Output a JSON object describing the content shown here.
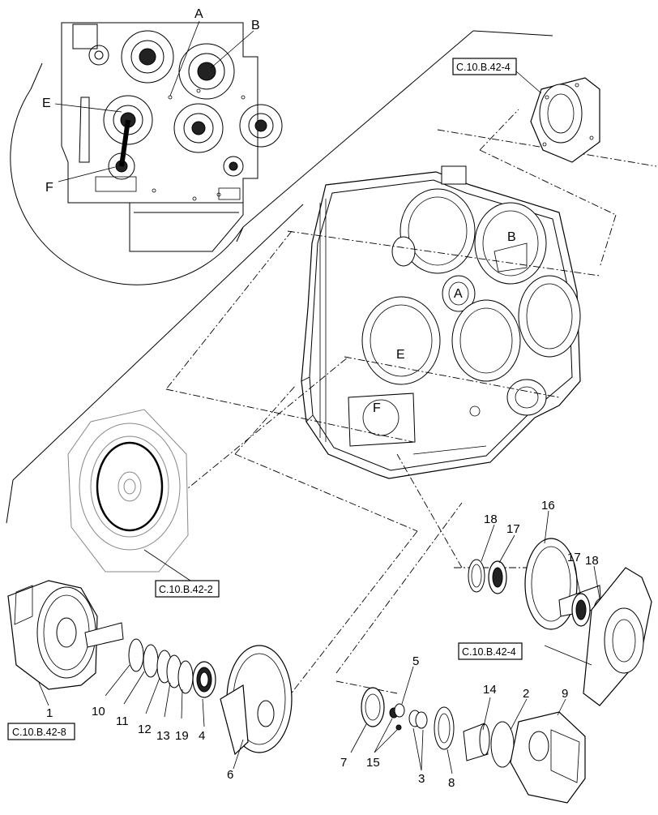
{
  "diagram": {
    "inset_letters": [
      "A",
      "B",
      "E",
      "F"
    ],
    "housing_letters": [
      "B",
      "A",
      "E",
      "F"
    ],
    "reference_boxes": {
      "top_right": "C.10.B.42-4",
      "mid_left": "C.10.B.42-2",
      "bottom_left": "C.10.B.42-8",
      "mid_right": "C.10.B.42-4"
    },
    "callouts": {
      "c1": "1",
      "c2": "2",
      "c3": "3",
      "c4": "4",
      "c5": "5",
      "c6": "6",
      "c7": "7",
      "c8": "8",
      "c9": "9",
      "c10": "10",
      "c11": "11",
      "c12": "12",
      "c13": "13",
      "c14": "14",
      "c15": "15",
      "c16": "16",
      "c17a": "17",
      "c17b": "17",
      "c18a": "18",
      "c18b": "18",
      "c19": "19"
    }
  }
}
